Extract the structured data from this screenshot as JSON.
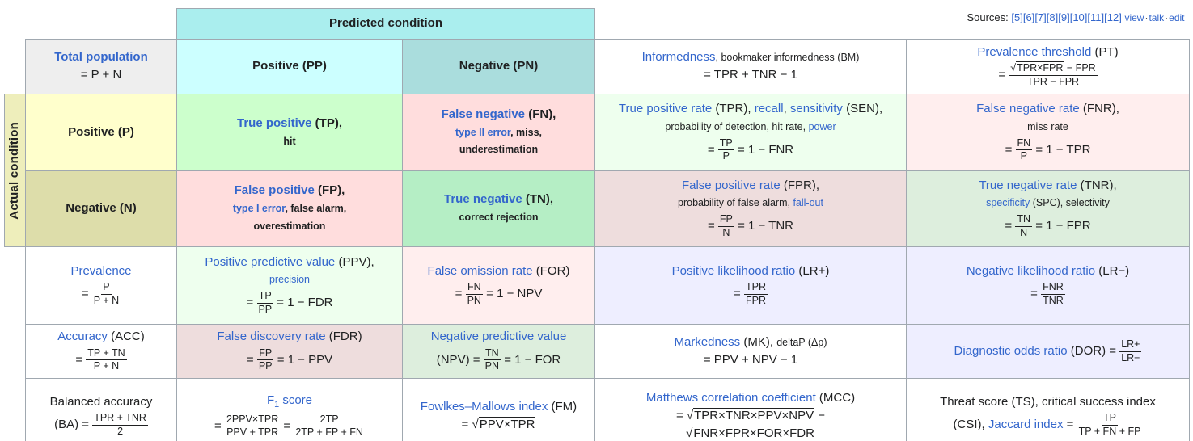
{
  "colors": {
    "link_blue": "#3366cc",
    "text": "#202122",
    "border": "#a0a8b0",
    "predicted_header": "#aaeeee",
    "pp_header": "#ccffff",
    "pn_header": "#aadddd",
    "total_population": "#eeeeee",
    "actual_strip": "#eeeebb",
    "positive_row": "#ffffcc",
    "negative_row": "#ddddaa",
    "tp": "#ccffcc",
    "fn": "#ffdddd",
    "fp": "#ffdddd",
    "tn": "#b5eec5",
    "light_green": "#eeffee",
    "light_pink": "#ffeeee",
    "dull_pink": "#eedddd",
    "dull_green": "#ddeedd",
    "lavender": "#eeeeff",
    "white": "#ffffff"
  },
  "sources": {
    "label": "Sources: ",
    "refs": [
      "[5]",
      "[6]",
      "[7]",
      "[8]",
      "[9]",
      "[10]",
      "[11]",
      "[12]"
    ],
    "links": [
      "view",
      "talk",
      "edit"
    ],
    "sep": "·"
  },
  "cells": {
    "predicted": {
      "bg": "#aaeeee",
      "lines": [
        [
          {
            "x": "Predicted condition",
            "b": 1
          }
        ]
      ]
    },
    "total": {
      "bg": "#eeeeee",
      "lines": [
        [
          {
            "x": "Total population",
            "u": 1,
            "b": 1
          }
        ],
        [
          {
            "x": "= P + N"
          }
        ]
      ]
    },
    "pp": {
      "bg": "#ccffff",
      "lines": [
        [
          {
            "x": "Positive (PP)",
            "b": 1
          }
        ]
      ]
    },
    "pn": {
      "bg": "#aadddd",
      "lines": [
        [
          {
            "x": "Negative (PN)",
            "b": 1
          }
        ]
      ]
    },
    "informedness": {
      "bg": "#ffffff",
      "lines": [
        [
          {
            "x": "Informedness",
            "u": 1
          },
          {
            "x": ", bookmaker informedness (BM)",
            "s": 1
          }
        ],
        [
          {
            "x": "= TPR + TNR − 1"
          }
        ]
      ]
    },
    "pt": {
      "bg": "#ffffff",
      "lines": [
        [
          {
            "x": "Prevalence threshold",
            "u": 1
          },
          {
            "x": " (PT)"
          }
        ],
        [
          {
            "x": "= "
          },
          {
            "f": {
              "n": [
                {
                  "q": "TPR×FPR"
                },
                {
                  "x": " − FPR"
                }
              ],
              "d": [
                {
                  "x": "TPR − FPR"
                }
              ]
            }
          }
        ]
      ]
    },
    "actual": {
      "bg": "#eeeebb",
      "lines": [
        [
          {
            "x": "Actual condition",
            "b": 1
          }
        ]
      ]
    },
    "p": {
      "bg": "#ffffcc",
      "lines": [
        [
          {
            "x": "Positive (P)",
            "b": 1
          }
        ]
      ]
    },
    "tp": {
      "bg": "#ccffcc",
      "lines": [
        [
          {
            "x": "True positive",
            "u": 1,
            "b": 1
          },
          {
            "x": " (TP),",
            "b": 1
          }
        ],
        [
          {
            "x": "hit",
            "b": 1,
            "s": 1
          }
        ]
      ]
    },
    "fn": {
      "bg": "#ffdddd",
      "lines": [
        [
          {
            "x": "False negative",
            "u": 1,
            "b": 1
          },
          {
            "x": " (FN),",
            "b": 1
          }
        ],
        [
          {
            "x": "type II error",
            "u": 1,
            "b": 1,
            "s": 1
          },
          {
            "x": ", miss,",
            "b": 1,
            "s": 1
          }
        ],
        [
          {
            "x": "underestimation",
            "b": 1,
            "s": 1
          }
        ]
      ]
    },
    "tpr": {
      "bg": "#eeffee",
      "lines": [
        [
          {
            "x": "True positive rate",
            "u": 1
          },
          {
            "x": " (TPR), "
          },
          {
            "x": "recall",
            "u": 1
          },
          {
            "x": ", "
          },
          {
            "x": "sensitivity",
            "u": 1
          },
          {
            "x": " (SEN),"
          }
        ],
        [
          {
            "x": "probability of detection, hit rate, ",
            "s": 1
          },
          {
            "x": "power",
            "u": 1,
            "s": 1
          }
        ],
        [
          {
            "x": "= "
          },
          {
            "f": {
              "n": [
                {
                  "x": "TP"
                }
              ],
              "d": [
                {
                  "x": "P"
                }
              ]
            }
          },
          {
            "x": " = 1 − FNR"
          }
        ]
      ]
    },
    "fnr": {
      "bg": "#ffeeee",
      "lines": [
        [
          {
            "x": "False negative rate",
            "u": 1
          },
          {
            "x": " (FNR),"
          }
        ],
        [
          {
            "x": "miss rate",
            "s": 1
          }
        ],
        [
          {
            "x": "= "
          },
          {
            "f": {
              "n": [
                {
                  "x": "FN"
                }
              ],
              "d": [
                {
                  "x": "P"
                }
              ]
            }
          },
          {
            "x": " = 1 − TPR"
          }
        ]
      ]
    },
    "n": {
      "bg": "#ddddaa",
      "lines": [
        [
          {
            "x": "Negative (N)",
            "b": 1
          }
        ]
      ]
    },
    "fp": {
      "bg": "#ffdddd",
      "lines": [
        [
          {
            "x": "False positive",
            "u": 1,
            "b": 1
          },
          {
            "x": " (FP),",
            "b": 1
          }
        ],
        [
          {
            "x": "type I error",
            "u": 1,
            "b": 1,
            "s": 1
          },
          {
            "x": ", false alarm,",
            "b": 1,
            "s": 1
          }
        ],
        [
          {
            "x": "overestimation",
            "b": 1,
            "s": 1
          }
        ]
      ]
    },
    "tn": {
      "bg": "#b5eec5",
      "lines": [
        [
          {
            "x": "True negative",
            "u": 1,
            "b": 1
          },
          {
            "x": " (TN),",
            "b": 1
          }
        ],
        [
          {
            "x": "correct rejection",
            "b": 1,
            "s": 1
          }
        ]
      ]
    },
    "fpr": {
      "bg": "#eedddd",
      "lines": [
        [
          {
            "x": "False positive rate",
            "u": 1
          },
          {
            "x": " (FPR),"
          }
        ],
        [
          {
            "x": "probability of false alarm, ",
            "s": 1
          },
          {
            "x": "fall-out",
            "u": 1,
            "s": 1
          }
        ],
        [
          {
            "x": "= "
          },
          {
            "f": {
              "n": [
                {
                  "x": "FP"
                }
              ],
              "d": [
                {
                  "x": "N"
                }
              ]
            }
          },
          {
            "x": " = 1 − TNR"
          }
        ]
      ]
    },
    "tnr": {
      "bg": "#ddeedd",
      "lines": [
        [
          {
            "x": "True negative rate",
            "u": 1
          },
          {
            "x": " (TNR),"
          }
        ],
        [
          {
            "x": "specificity",
            "u": 1,
            "s": 1
          },
          {
            "x": " (SPC), selectivity",
            "s": 1
          }
        ],
        [
          {
            "x": "= "
          },
          {
            "f": {
              "n": [
                {
                  "x": "TN"
                }
              ],
              "d": [
                {
                  "x": "N"
                }
              ]
            }
          },
          {
            "x": " = 1 − FPR"
          }
        ]
      ]
    },
    "prevalence": {
      "bg": "#ffffff",
      "lines": [
        [
          {
            "x": "Prevalence",
            "u": 1
          }
        ],
        [
          {
            "x": "= "
          },
          {
            "f": {
              "n": [
                {
                  "x": "P"
                }
              ],
              "d": [
                {
                  "x": "P + N"
                }
              ]
            }
          }
        ]
      ]
    },
    "ppv": {
      "bg": "#eeffee",
      "lines": [
        [
          {
            "x": "Positive predictive value",
            "u": 1
          },
          {
            "x": " (PPV),"
          }
        ],
        [
          {
            "x": "precision",
            "u": 1,
            "s": 1
          }
        ],
        [
          {
            "x": "= "
          },
          {
            "f": {
              "n": [
                {
                  "x": "TP"
                }
              ],
              "d": [
                {
                  "x": "PP"
                }
              ]
            }
          },
          {
            "x": " = 1 − FDR"
          }
        ]
      ]
    },
    "for": {
      "bg": "#ffeeee",
      "lines": [
        [
          {
            "x": "False omission rate",
            "u": 1
          },
          {
            "x": " (FOR)"
          }
        ],
        [
          {
            "x": "= "
          },
          {
            "f": {
              "n": [
                {
                  "x": "FN"
                }
              ],
              "d": [
                {
                  "x": "PN"
                }
              ]
            }
          },
          {
            "x": " = 1 − NPV"
          }
        ]
      ]
    },
    "lrp": {
      "bg": "#eeeeff",
      "lines": [
        [
          {
            "x": "Positive likelihood ratio",
            "u": 1
          },
          {
            "x": " (LR+)"
          }
        ],
        [
          {
            "x": "= "
          },
          {
            "f": {
              "n": [
                {
                  "x": "TPR"
                }
              ],
              "d": [
                {
                  "x": "FPR"
                }
              ]
            }
          }
        ]
      ]
    },
    "lrn": {
      "bg": "#eeeeff",
      "lines": [
        [
          {
            "x": "Negative likelihood ratio",
            "u": 1
          },
          {
            "x": " (LR−)"
          }
        ],
        [
          {
            "x": "= "
          },
          {
            "f": {
              "n": [
                {
                  "x": "FNR"
                }
              ],
              "d": [
                {
                  "x": "TNR"
                }
              ]
            }
          }
        ]
      ]
    },
    "acc": {
      "bg": "#ffffff",
      "lines": [
        [
          {
            "x": "Accuracy",
            "u": 1
          },
          {
            "x": " (ACC)"
          }
        ],
        [
          {
            "x": "= "
          },
          {
            "f": {
              "n": [
                {
                  "x": "TP + TN"
                }
              ],
              "d": [
                {
                  "x": "P + N"
                }
              ]
            }
          }
        ]
      ]
    },
    "fdr": {
      "bg": "#eedddd",
      "lines": [
        [
          {
            "x": "False discovery rate",
            "u": 1
          },
          {
            "x": " (FDR)"
          }
        ],
        [
          {
            "x": "= "
          },
          {
            "f": {
              "n": [
                {
                  "x": "FP"
                }
              ],
              "d": [
                {
                  "x": "PP"
                }
              ]
            }
          },
          {
            "x": " = 1 − PPV"
          }
        ]
      ]
    },
    "npv": {
      "bg": "#ddeedd",
      "lines": [
        [
          {
            "x": "Negative predictive value",
            "u": 1
          }
        ],
        [
          {
            "x": "(NPV) = "
          },
          {
            "f": {
              "n": [
                {
                  "x": "TN"
                }
              ],
              "d": [
                {
                  "x": "PN"
                }
              ]
            }
          },
          {
            "x": " = 1 − FOR"
          }
        ]
      ]
    },
    "mk": {
      "bg": "#ffffff",
      "lines": [
        [
          {
            "x": "Markedness",
            "u": 1
          },
          {
            "x": " (MK), "
          },
          {
            "x": "deltaP (Δp)",
            "s": 1
          }
        ],
        [
          {
            "x": "= PPV + NPV − 1"
          }
        ]
      ]
    },
    "dor": {
      "bg": "#eeeeff",
      "lines": [
        [
          {
            "x": "Diagnostic odds ratio",
            "u": 1
          },
          {
            "x": " (DOR) = "
          },
          {
            "f": {
              "n": [
                {
                  "x": "LR+"
                }
              ],
              "d": [
                {
                  "x": "LR−"
                }
              ]
            }
          }
        ]
      ]
    },
    "ba": {
      "bg": "#ffffff",
      "lines": [
        [
          {
            "x": "Balanced accuracy"
          }
        ],
        [
          {
            "x": "(BA) = "
          },
          {
            "f": {
              "n": [
                {
                  "x": "TPR + TNR"
                }
              ],
              "d": [
                {
                  "x": "2"
                }
              ]
            }
          }
        ]
      ]
    },
    "f1": {
      "bg": "#ffffff",
      "lines": [
        [
          {
            "x": "F",
            "u": 1
          },
          {
            "sub": "1",
            "u": 1
          },
          {
            "x": " score",
            "u": 1
          }
        ],
        [
          {
            "x": "= "
          },
          {
            "f": {
              "n": [
                {
                  "x": "2PPV×TPR"
                }
              ],
              "d": [
                {
                  "x": "PPV + TPR"
                }
              ]
            }
          },
          {
            "x": " = "
          },
          {
            "f": {
              "n": [
                {
                  "x": "2TP"
                }
              ],
              "d": [
                {
                  "x": "2TP + FP + FN"
                }
              ]
            }
          }
        ]
      ]
    },
    "fm": {
      "bg": "#ffffff",
      "lines": [
        [
          {
            "x": "Fowlkes–Mallows index",
            "u": 1
          },
          {
            "x": " (FM)"
          }
        ],
        [
          {
            "x": "= "
          },
          {
            "q": "PPV×TPR"
          }
        ]
      ]
    },
    "mcc": {
      "bg": "#ffffff",
      "lines": [
        [
          {
            "x": "Matthews correlation coefficient",
            "u": 1
          },
          {
            "x": " (MCC)"
          }
        ],
        [
          {
            "x": "= "
          },
          {
            "q": "TPR×TNR×PPV×NPV"
          },
          {
            "x": " −"
          }
        ],
        [
          {
            "q": "FNR×FPR×FOR×FDR"
          }
        ]
      ]
    },
    "ts": {
      "bg": "#ffffff",
      "lines": [
        [
          {
            "x": "Threat score (TS), critical success index"
          }
        ],
        [
          {
            "x": "(CSI), "
          },
          {
            "x": "Jaccard index",
            "u": 1
          },
          {
            "x": " = "
          },
          {
            "f": {
              "n": [
                {
                  "x": "TP"
                }
              ],
              "d": [
                {
                  "x": "TP + FN + FP"
                }
              ]
            }
          }
        ]
      ]
    }
  }
}
